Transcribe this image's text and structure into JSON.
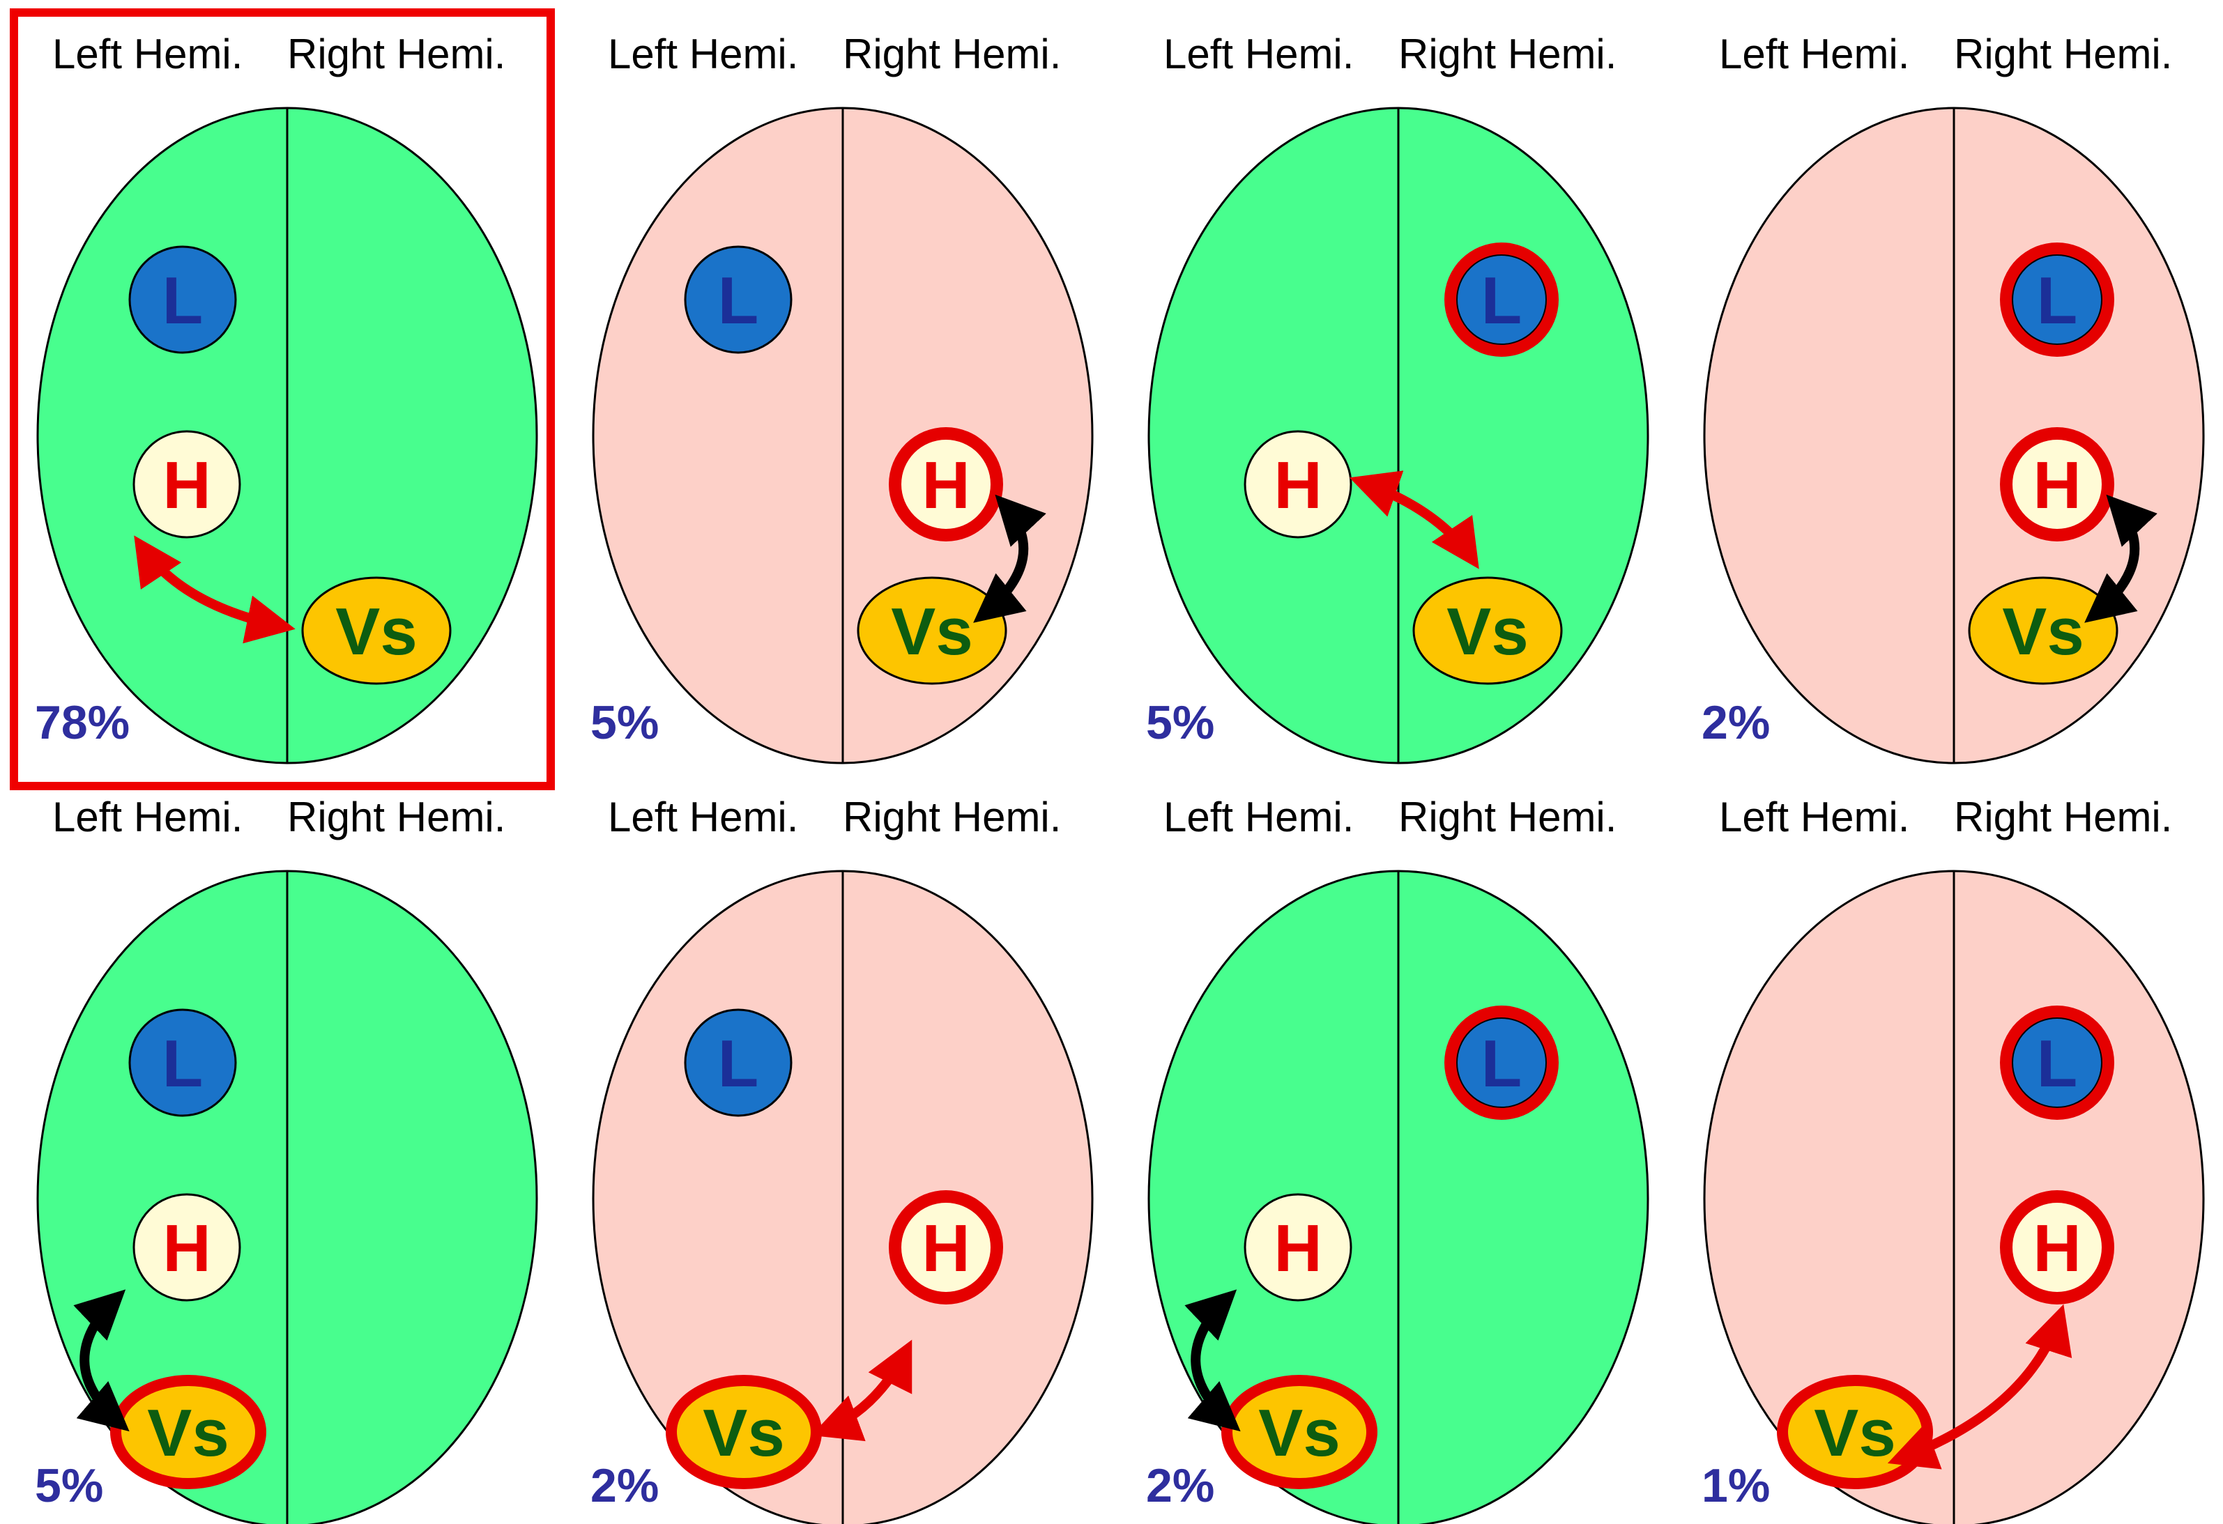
{
  "hemisphere_labels": {
    "left": "Left Hemi.",
    "right": "Right Hemi."
  },
  "node_labels": {
    "language": "L",
    "hearing": "H",
    "vision": "Vs"
  },
  "colors": {
    "green_brain": "#48fe8e",
    "pink_brain": "#fdd0c8",
    "language_fill": "#1a73c9",
    "language_text": "#1b2f98",
    "hearing_fill": "#fffbd6",
    "hearing_text": "#e80000",
    "vision_fill": "#fdc500",
    "vision_text": "#0d5c10",
    "highlight_ring": "#e50000",
    "red_arrow": "#e50000",
    "black_arrow": "#000000",
    "selection_frame": "#ef0000",
    "percent_text": "#2e2e9e"
  },
  "panels": [
    {
      "percent": "78%",
      "brain": "green",
      "L_side": "left",
      "H_side": "left",
      "Vs_side": "right",
      "connection": "interhemispheric",
      "highlighted": false
    },
    {
      "percent": "5%",
      "brain": "pink",
      "L_side": "left",
      "H_side": "right",
      "Vs_side": "right",
      "connection": "intrahemispheric",
      "highlighted": false
    },
    {
      "percent": "5%",
      "brain": "green",
      "L_side": "right",
      "H_side": "left",
      "Vs_side": "right",
      "connection": "interhemispheric",
      "highlighted": false
    },
    {
      "percent": "2%",
      "brain": "pink",
      "L_side": "right",
      "H_side": "right",
      "Vs_side": "right",
      "connection": "intrahemispheric",
      "highlighted": false
    },
    {
      "percent": "5%",
      "brain": "green",
      "L_side": "left",
      "H_side": "left",
      "Vs_side": "left",
      "connection": "intrahemispheric",
      "highlighted": false
    },
    {
      "percent": "2%",
      "brain": "pink",
      "L_side": "left",
      "H_side": "right",
      "Vs_side": "left",
      "connection": "interhemispheric",
      "highlighted": false
    },
    {
      "percent": "2%",
      "brain": "green",
      "L_side": "right",
      "H_side": "left",
      "Vs_side": "left",
      "connection": "intrahemispheric",
      "highlighted": false
    },
    {
      "percent": "1%",
      "brain": "pink",
      "L_side": "right",
      "H_side": "right",
      "Vs_side": "left",
      "connection": "interhemispheric",
      "highlighted": false
    }
  ],
  "selected_panel": 0
}
